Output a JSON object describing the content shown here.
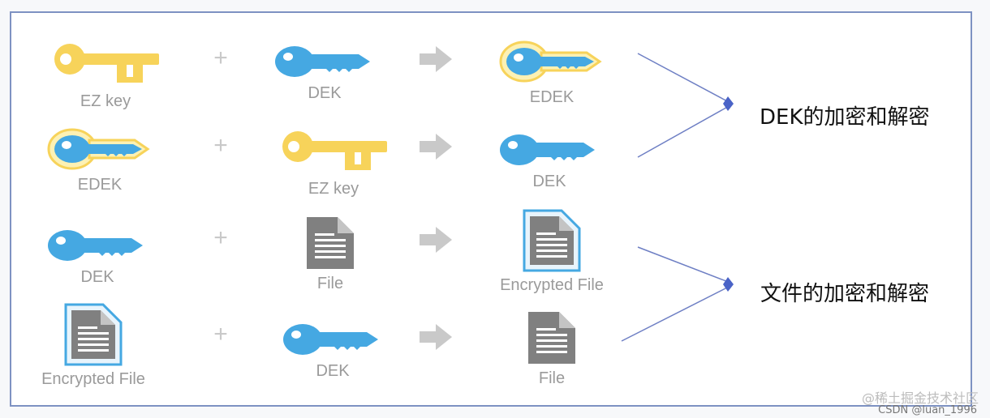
{
  "colors": {
    "ez_key": "#f7d35a",
    "dek": "#45a8e2",
    "file": "#808080",
    "label": "#9a9a9a",
    "operator": "#c9c9c9",
    "connector": "#6e7fc4",
    "frame": "#7e92c2"
  },
  "operators": {
    "plus": "+"
  },
  "rows": [
    {
      "input": {
        "label": "EZ key",
        "icon": "ez-key-icon"
      },
      "operand": {
        "label": "DEK",
        "icon": "dek-key-icon"
      },
      "output": {
        "label": "EDEK",
        "icon": "edek-key-icon"
      }
    },
    {
      "input": {
        "label": "EDEK",
        "icon": "edek-key-icon"
      },
      "operand": {
        "label": "EZ key",
        "icon": "ez-key-icon"
      },
      "output": {
        "label": "DEK",
        "icon": "dek-key-icon"
      }
    },
    {
      "input": {
        "label": "DEK",
        "icon": "dek-key-icon"
      },
      "operand": {
        "label": "File",
        "icon": "file-icon"
      },
      "output": {
        "label": "Encrypted File",
        "icon": "encrypted-file-icon"
      }
    },
    {
      "input": {
        "label": "Encrypted File",
        "icon": "encrypted-file-icon"
      },
      "operand": {
        "label": "DEK",
        "icon": "dek-key-icon"
      },
      "output": {
        "label": "File",
        "icon": "file-icon"
      }
    }
  ],
  "groups": [
    {
      "label": "DEK的加密和解密"
    },
    {
      "label": "文件的加密和解密"
    }
  ],
  "watermark": {
    "back": "@稀土掘金技术社区",
    "front": "CSDN @luan_1996"
  }
}
